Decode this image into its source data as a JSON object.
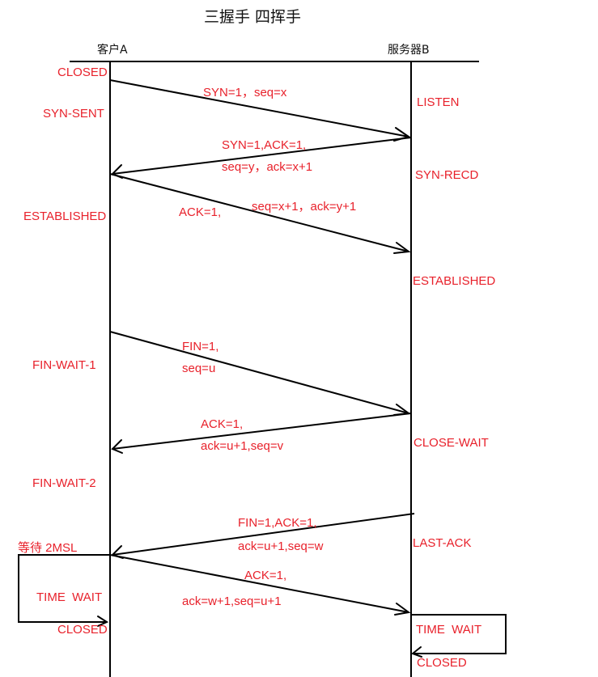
{
  "title": "三握手 四挥手",
  "parties": {
    "left": "客户A",
    "right": "服务器B"
  },
  "colors": {
    "label": "#e8212b",
    "line": "#000000",
    "background": "#ffffff"
  },
  "client_states": [
    "CLOSED",
    "SYN-SENT",
    "ESTABLISHED",
    "FIN-WAIT-1",
    "FIN-WAIT-2",
    "等待 2MSL",
    "TIME  WAIT",
    "CLOSED"
  ],
  "server_states": [
    "LISTEN",
    "SYN-RECD",
    "ESTABLISHED",
    "CLOSE-WAIT",
    "LAST-ACK",
    "TIME  WAIT",
    "CLOSED"
  ],
  "messages": [
    {
      "lines": [
        "SYN=1，seq=x"
      ]
    },
    {
      "lines": [
        "SYN=1,ACK=1,",
        "seq=y，ack=x+1"
      ]
    },
    {
      "lines": [
        "ACK=1,",
        "seq=x+1，ack=y+1"
      ]
    },
    {
      "lines": [
        "FIN=1,",
        "seq=u"
      ]
    },
    {
      "lines": [
        "ACK=1,",
        "ack=u+1,seq=v"
      ]
    },
    {
      "lines": [
        "FIN=1,ACK=1,",
        "ack=u+1,seq=w"
      ]
    },
    {
      "lines": [
        "ACK=1,",
        "ack=w+1,seq=u+1"
      ]
    }
  ]
}
